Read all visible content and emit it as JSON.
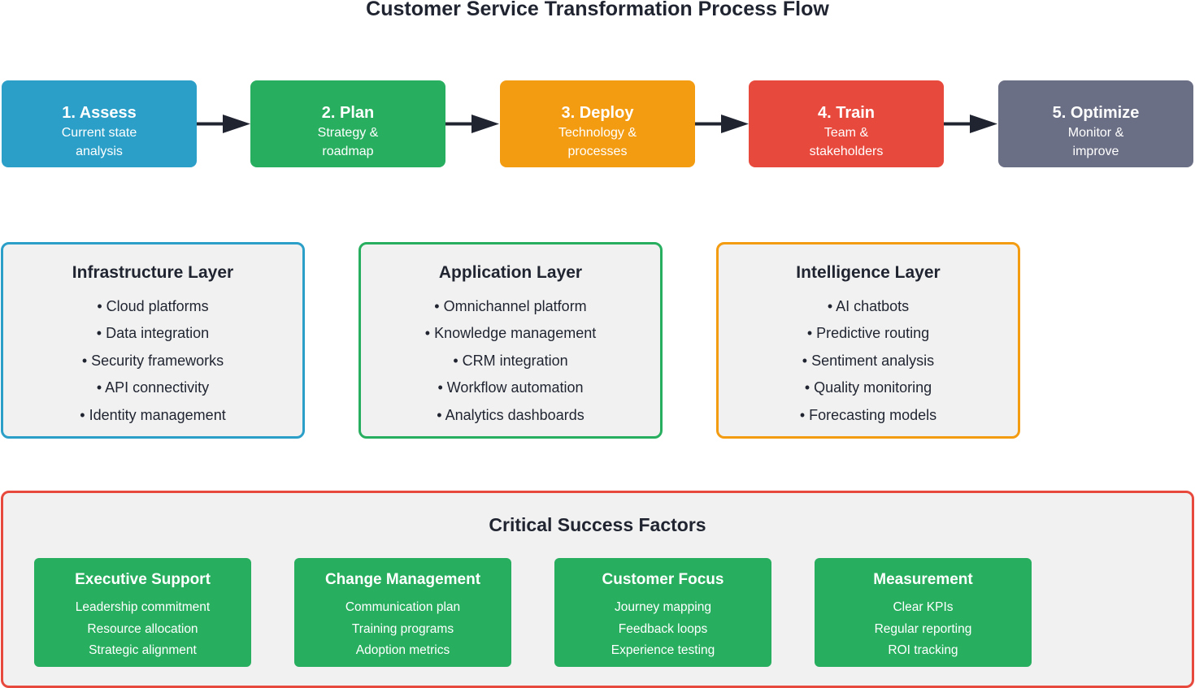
{
  "title": "Customer Service Transformation Process Flow",
  "colors": {
    "assess": "#2b9fc8",
    "plan": "#27ae5f",
    "deploy": "#f39c12",
    "train": "#e8493d",
    "optimize": "#6b6f85",
    "arrow": "#1f2430",
    "panel_bg": "#f1f1f1",
    "factor_bg": "#27ae5f"
  },
  "steps": [
    {
      "title": "1. Assess",
      "line1": "Current state",
      "line2": "analysis"
    },
    {
      "title": "2. Plan",
      "line1": "Strategy &",
      "line2": "roadmap"
    },
    {
      "title": "3. Deploy",
      "line1": "Technology &",
      "line2": "processes"
    },
    {
      "title": "4. Train",
      "line1": "Team &",
      "line2": "stakeholders"
    },
    {
      "title": "5. Optimize",
      "line1": "Monitor &",
      "line2": "improve"
    }
  ],
  "layers": [
    {
      "title": "Infrastructure Layer",
      "items": [
        "• Cloud platforms",
        "• Data integration",
        "• Security frameworks",
        "• API connectivity",
        "• Identity management"
      ]
    },
    {
      "title": "Application Layer",
      "items": [
        "• Omnichannel platform",
        "• Knowledge management",
        "• CRM integration",
        "• Workflow automation",
        "• Analytics dashboards"
      ]
    },
    {
      "title": "Intelligence Layer",
      "items": [
        "• AI chatbots",
        "• Predictive routing",
        "• Sentiment analysis",
        "• Quality monitoring",
        "• Forecasting models"
      ]
    }
  ],
  "critical_success_factors": {
    "title": "Critical Success Factors",
    "factors": [
      {
        "title": "Executive Support",
        "items": [
          "Leadership commitment",
          "Resource allocation",
          "Strategic alignment"
        ]
      },
      {
        "title": "Change Management",
        "items": [
          "Communication plan",
          "Training programs",
          "Adoption metrics"
        ]
      },
      {
        "title": "Customer Focus",
        "items": [
          "Journey mapping",
          "Feedback loops",
          "Experience testing"
        ]
      },
      {
        "title": "Measurement",
        "items": [
          "Clear KPIs",
          "Regular reporting",
          "ROI tracking"
        ]
      }
    ]
  }
}
